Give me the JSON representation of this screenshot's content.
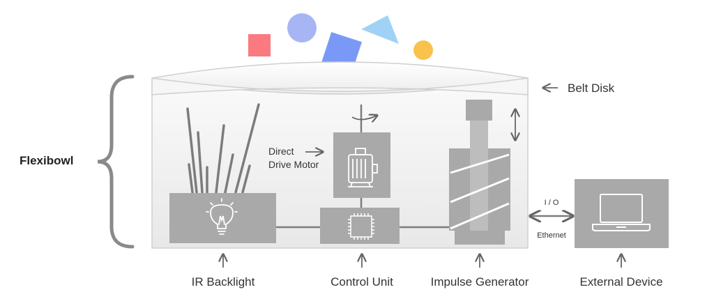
{
  "diagram": {
    "system_label": "Flexibowl",
    "belt_disk_label": "Belt Disk",
    "motor_label_line1": "Direct",
    "motor_label_line2": "Drive Motor",
    "components": [
      {
        "label": "IR Backlight"
      },
      {
        "label": "Control Unit"
      },
      {
        "label": "Impulse Generator"
      },
      {
        "label": "External Device"
      }
    ],
    "io_label": "I / O",
    "ethernet_label": "Ethernet",
    "colors": {
      "square": "#fb7a80",
      "circle": "#a8b5f4",
      "diamond": "#7a99f7",
      "triangle": "#9fd2f5",
      "small_circle": "#f8c24c",
      "box_fill": "#a9a9a9",
      "bowl_fill": "#f1f1f1",
      "text": "#333333"
    }
  }
}
